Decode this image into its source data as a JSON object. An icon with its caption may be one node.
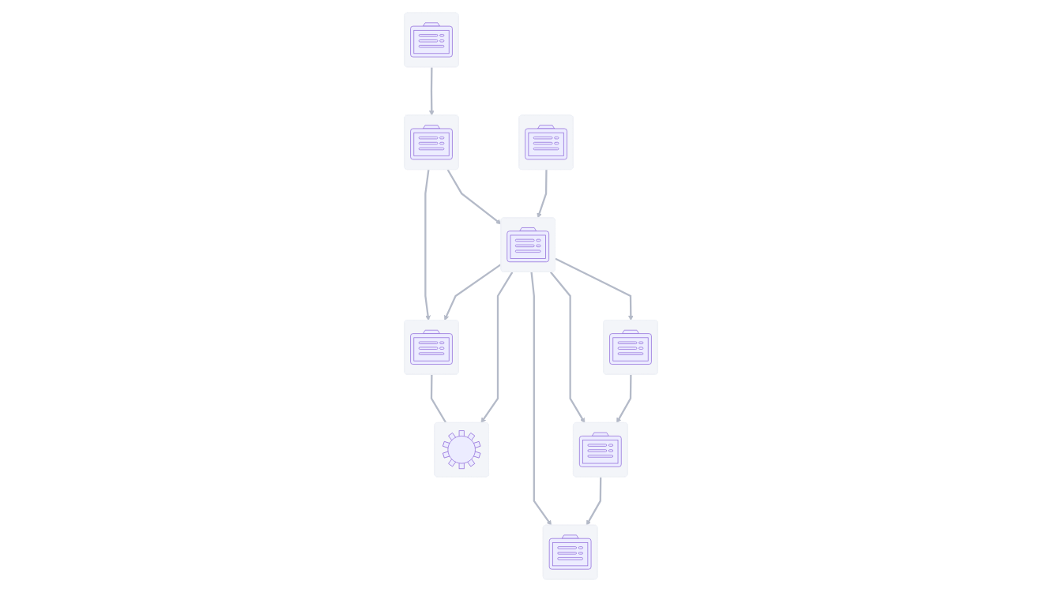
{
  "diagram": {
    "nodes": [
      {
        "text": [],
        "shape": "picture"
      },
      {
        "text": [],
        "shape": "picture"
      },
      {
        "text": [],
        "shape": "picture"
      },
      {
        "text": [],
        "shape": "picture"
      },
      {
        "text": [],
        "shape": "picture"
      },
      {
        "text": [],
        "shape": "picture"
      },
      {
        "text": [],
        "shape": "picture"
      },
      {
        "text": [],
        "shape": "picture"
      },
      {
        "text": [],
        "shape": "picture"
      }
    ],
    "edges": [
      {
        "from": 0,
        "to": 1,
        "arrow": "to"
      },
      {
        "from": 1,
        "to": 2,
        "arrow": "to"
      },
      {
        "from": 1,
        "to": 4,
        "arrow": "to"
      },
      {
        "from": 4,
        "to": 2,
        "arrow": "to"
      },
      {
        "from": 2,
        "to": 5,
        "arrow": "none"
      },
      {
        "from": 3,
        "to": 4,
        "arrow": "to"
      },
      {
        "from": 4,
        "to": 5,
        "arrow": "to"
      },
      {
        "from": 4,
        "to": 6,
        "arrow": "to"
      },
      {
        "from": 4,
        "to": 7,
        "arrow": "to"
      },
      {
        "from": 4,
        "to": 8,
        "arrow": "to"
      },
      {
        "from": 6,
        "to": 7,
        "arrow": "to"
      },
      {
        "from": 7,
        "to": 8,
        "arrow": "to"
      }
    ]
  }
}
